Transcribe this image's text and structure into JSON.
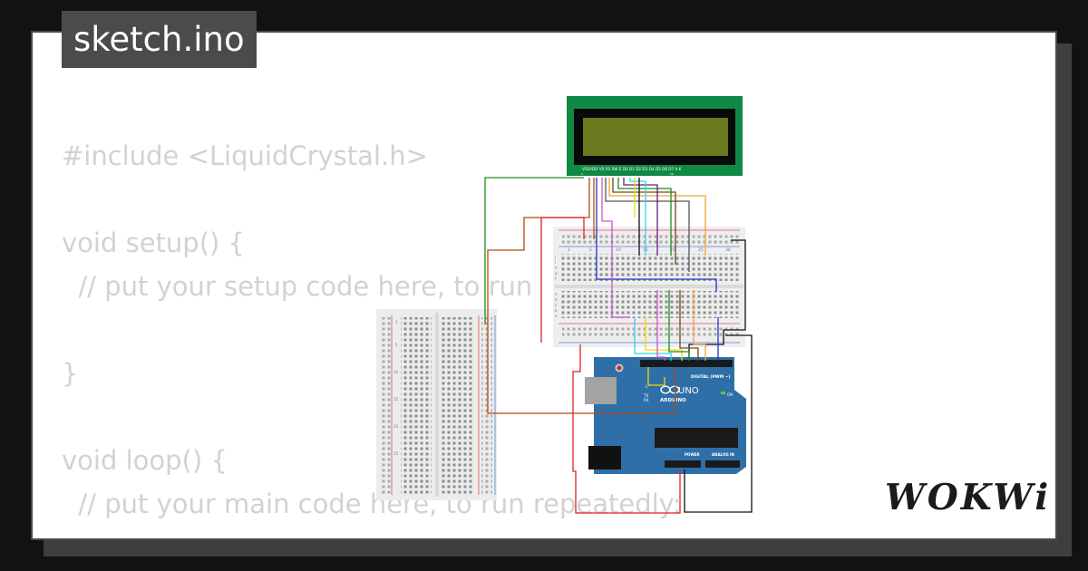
{
  "title": "sketch.ino",
  "code_lines": [
    "#include <LiquidCrystal.h>",
    "",
    "void setup() {",
    "  // put your setup code here, to run",
    "",
    "}",
    "",
    "void loop() {",
    "  // put your main code here, to run repeatedly:"
  ],
  "lcd": {
    "pin_labels": "VSSVDD V0 RS RW E D0 D1 D2 D3 D4 D5 D6 D7 A K",
    "pin_number_1": "1",
    "pin_number_16": "16"
  },
  "breadboard": {
    "col_numbers": [
      "1",
      "5",
      "10",
      "15",
      "20",
      "25",
      "30"
    ],
    "rows_top": [
      "j",
      "i",
      "h",
      "g",
      "f"
    ],
    "rows_bottom": [
      "e",
      "d",
      "c",
      "b",
      "a"
    ]
  },
  "mini_breadboard": {
    "row_numbers": [
      "1",
      "5",
      "10",
      "15",
      "20",
      "25"
    ]
  },
  "arduino": {
    "model": "UNO",
    "brand": "ARDUINO",
    "digital_label": "DIGITAL (PWM ~)",
    "power_label": "POWER",
    "analog_label": "ANALOG IN",
    "on_label": "ON",
    "tx_label": "TX",
    "rx_label": "RX",
    "l_label": "L"
  },
  "logo": "WOKWi",
  "colors": {
    "background": "#121212",
    "card": "#ffffff",
    "title_tab": "#4b4b4b",
    "code_text": "#d2d2d2",
    "lcd_pcb": "#0e8a45",
    "lcd_screen": "#6b7a1e",
    "arduino_board": "#2f6fa8"
  }
}
